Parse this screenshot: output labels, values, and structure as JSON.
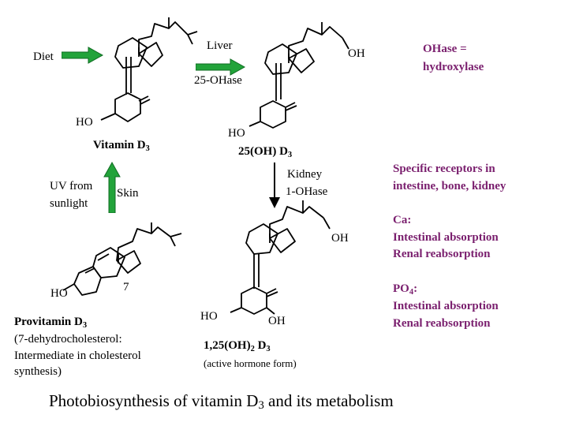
{
  "labels": {
    "diet": "Diet",
    "liver": "Liver",
    "oh_top": "OH",
    "ohase_def_line1": "OHase =",
    "ohase_def_line2": "hydroxylase",
    "ohase_25": "25-OHase",
    "ho_vitd3": "HO",
    "vitamin_d3_pre": "Vitamin D",
    "vitamin_d3_sub": "3",
    "ho_25oh": "HO",
    "oh25_d3_pre": "25(OH) D",
    "oh25_d3_sub": "3",
    "uv_line1": "UV from",
    "uv_line2": "sunlight",
    "skin": "Skin",
    "kidney_line1": "Kidney",
    "kidney_line2": "1-OHase",
    "receptors_line1": "Specific receptors in",
    "receptors_line2": "intestine, bone, kidney",
    "ca_line1": "Ca:",
    "ca_line2": "Intestinal absorption",
    "ca_line3": "Renal reabsorption",
    "oh_mid": "OH",
    "ho_provit": "HO",
    "seven": "7",
    "po4_pre": "PO",
    "po4_sub": "4",
    "po4_post": ":",
    "po4_line2": "Intestinal absorption",
    "po4_line3": "Renal reabsorption",
    "provit_pre": "Provitamin D",
    "provit_sub": "3",
    "provit_line2": "(7-dehydrocholesterol:",
    "provit_line3": "Intermediate in cholesterol",
    "provit_line4": "synthesis)",
    "ho_final": "HO",
    "oh_final": "OH",
    "final_pre": "1,25(OH)",
    "final_sub": "2",
    "final_post": " D",
    "final_sub2": "3",
    "active_form": "(active hormone form)",
    "title_pre": "Photobiosynthesis of vitamin D",
    "title_sub": "3",
    "title_post": " and its metabolism"
  },
  "colors": {
    "arrow_green": "#22a33a",
    "arrow_green_dark": "#0f6b22",
    "purple": "#7a1f6e",
    "line": "#000000"
  }
}
